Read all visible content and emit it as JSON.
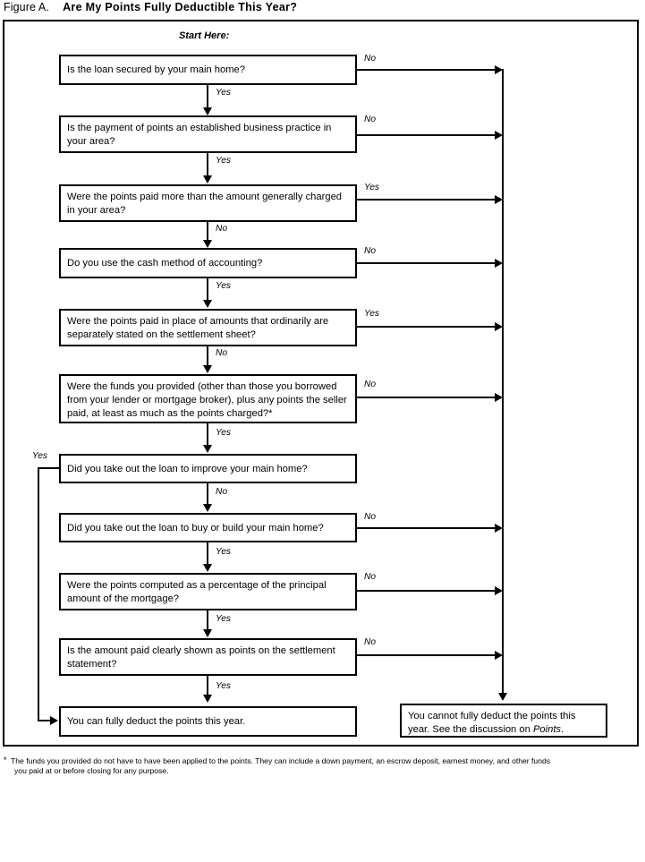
{
  "figure": {
    "label": "Figure A.",
    "title": "Are My Points Fully Deductible This Year?",
    "start_label": "Start Here:"
  },
  "labels": {
    "yes": "Yes",
    "no": "No"
  },
  "nodes": {
    "q1": "Is the loan secured by your main home?",
    "q2": "Is the payment of points an established business practice in your area?",
    "q3": "Were the points paid more than the amount generally charged in your area?",
    "q4": "Do you use the cash method of accounting?",
    "q5": "Were the points paid in place of amounts that ordinarily are separately stated on the settlement sheet?",
    "q6": "Were the funds you provided (other than those you borrowed from your lender or mortgage broker), plus any points the seller paid, at least as much as the points charged?*",
    "q7": "Did you take out the loan to improve your main home?",
    "q8": "Did you take out the loan to buy or build your main home?",
    "q9": "Were the points computed as a percentage of the principal amount of the mortgage?",
    "q10": "Is the amount paid clearly shown as points on the settlement statement?",
    "result_yes": "You can fully deduct the points this year.",
    "result_no_line1": "You cannot fully deduct the points this",
    "result_no_line2a": "year. See the discussion on ",
    "result_no_italic": "Points",
    "result_no_line2b": "."
  },
  "edge_labels": {
    "q1_down": "Yes",
    "q1_right": "No",
    "q2_down": "Yes",
    "q2_right": "No",
    "q3_down": "No",
    "q3_right": "Yes",
    "q4_down": "Yes",
    "q4_right": "No",
    "q5_down": "No",
    "q5_right": "Yes",
    "q6_down": "Yes",
    "q6_right": "No",
    "q7_down": "No",
    "q7_left": "Yes",
    "q8_down": "Yes",
    "q8_right": "No",
    "q9_down": "Yes",
    "q9_right": "No",
    "q10_down": "Yes",
    "q10_right": "No"
  },
  "footnote": {
    "marker": "*",
    "line1": "The funds you provided do not have to have been applied to the points. They can include a down payment, an escrow deposit, earnest money, and other funds",
    "line2": "you paid at or before closing for any purpose."
  },
  "colors": {
    "ink": "#000000",
    "paper": "#ffffff"
  }
}
